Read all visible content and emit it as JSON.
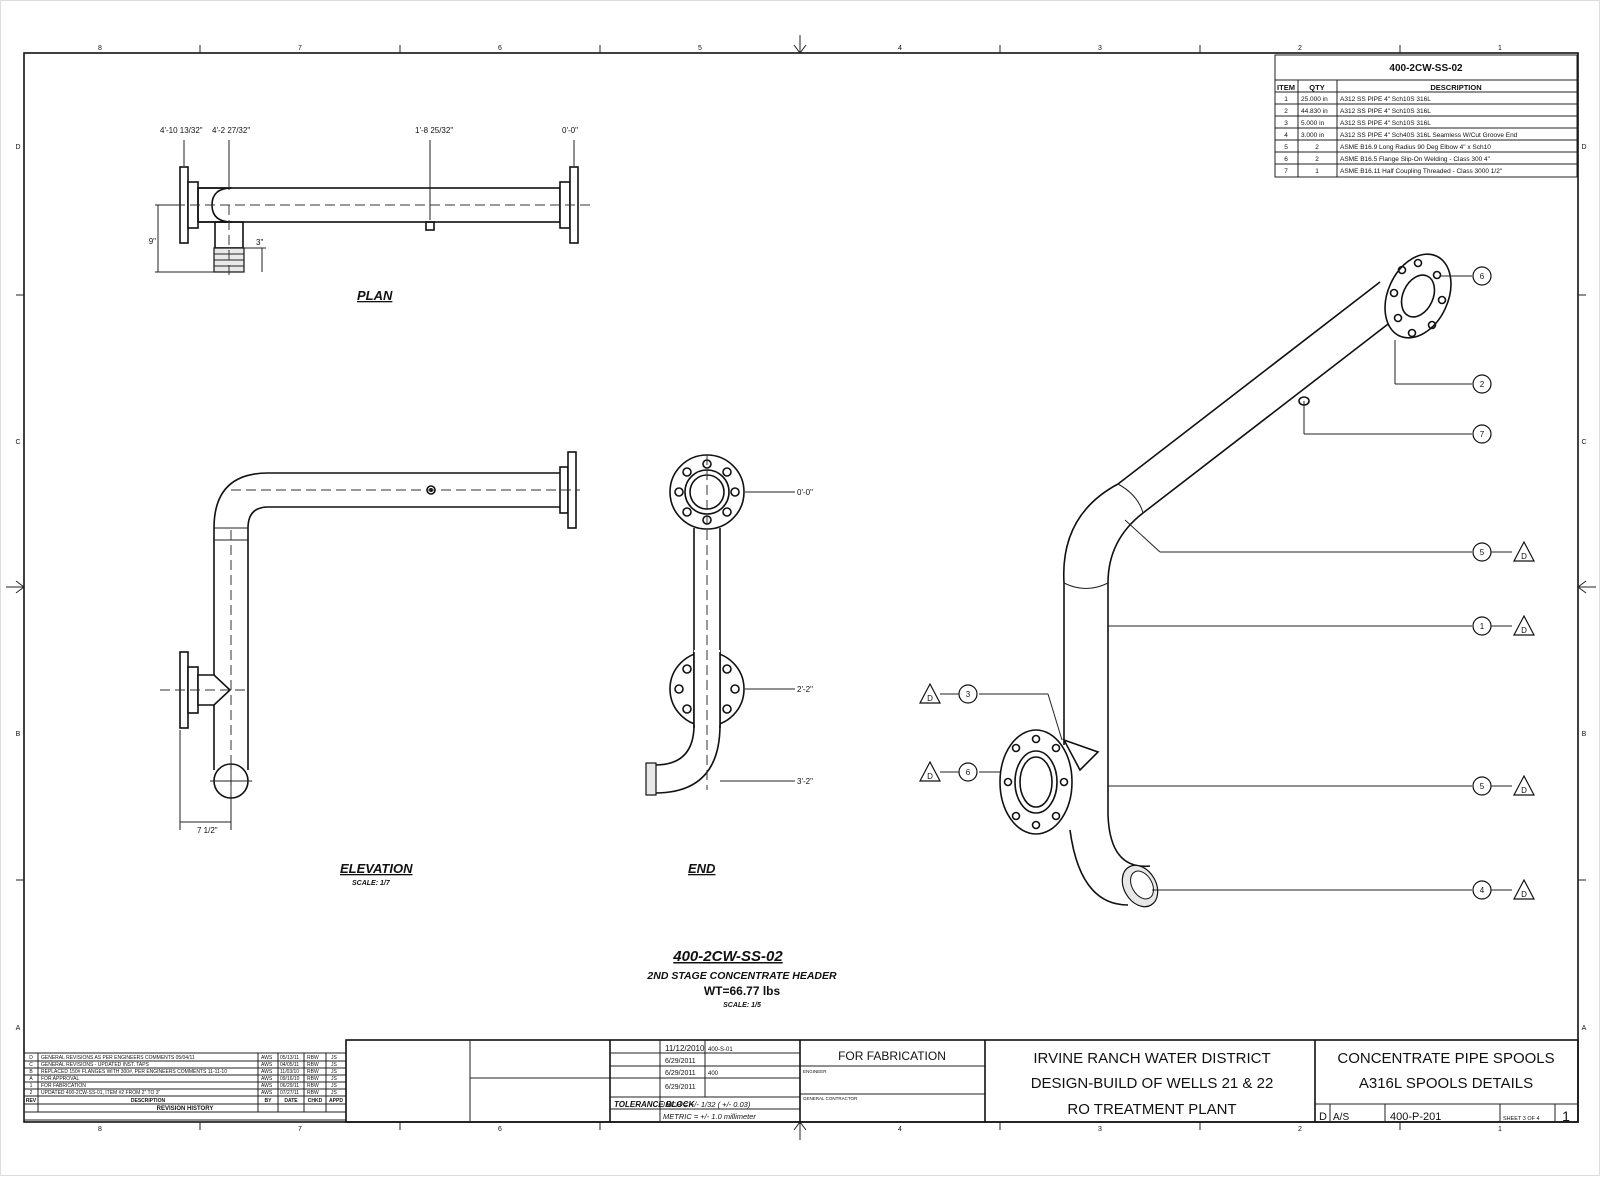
{
  "bom": {
    "title": "400-2CW-SS-02",
    "headers": [
      "ITEM",
      "QTY",
      "DESCRIPTION"
    ],
    "rows": [
      {
        "item": "1",
        "qty": "25.000 in",
        "desc": "A312 SS PIPE 4\" Sch10S 316L"
      },
      {
        "item": "2",
        "qty": "44.830 in",
        "desc": "A312 SS PIPE 4\" Sch10S 316L"
      },
      {
        "item": "3",
        "qty": "5.000 in",
        "desc": "A312 SS PIPE 4\" Sch10S 316L"
      },
      {
        "item": "4",
        "qty": "3.000 in",
        "desc": "A312 SS PIPE 4\" Sch40S 316L Seamless W/Cut Groove End"
      },
      {
        "item": "5",
        "qty": "2",
        "desc": "ASME B16.9 Long Radius 90 Deg Elbow 4\" x Sch10"
      },
      {
        "item": "6",
        "qty": "2",
        "desc": "ASME B16.5 Flange Slip-On Welding - Class 300 4\""
      },
      {
        "item": "7",
        "qty": "1",
        "desc": "ASME B16.11 Half Coupling Threaded - Class 3000 1/2\""
      }
    ]
  },
  "zones": {
    "columns": [
      "8",
      "7",
      "6",
      "5",
      "4",
      "3",
      "2",
      "1"
    ],
    "rows": [
      "D",
      "C",
      "B",
      "A"
    ]
  },
  "plan": {
    "label": "PLAN",
    "dims": [
      "4'-10 13/32\"",
      "4'-2 27/32\"",
      "1'-8 25/32\"",
      "0'-0\"",
      "9\"",
      "3\""
    ]
  },
  "elevation": {
    "label": "ELEVATION",
    "scale": "SCALE: 1/7",
    "dim": "7 1/2\""
  },
  "end": {
    "label": "END",
    "dims": [
      "0'-0\"",
      "2'-2\"",
      "3'-2\""
    ]
  },
  "iso": {
    "callouts": [
      "6",
      "2",
      "7",
      "5",
      "1",
      "3",
      "6",
      "5",
      "4"
    ],
    "triangle": "D"
  },
  "caption": {
    "title": "400-2CW-SS-02",
    "subtitle": "2ND STAGE CONCENTRATE HEADER",
    "weight": "WT=66.77 lbs",
    "scale": "SCALE: 1/5"
  },
  "revisions": {
    "rows": [
      {
        "rev": "D",
        "desc": "GENERAL REVISIONS AS PER ENGINEERS COMMENTS 05/04/11",
        "by": "AWS",
        "date": "05/13/11",
        "chkd": "RBW",
        "appd": "JS"
      },
      {
        "rev": "C",
        "desc": "GENERAL REVISIONS - UPDATED INST. TAPS",
        "by": "AWS",
        "date": "04/05/11",
        "chkd": "RBW",
        "appd": "JS"
      },
      {
        "rev": "B",
        "desc": "REPLACED 150# FLANGES WITH 300#, PER ENGINEERS COMMENTS 11-11-10",
        "by": "AWS",
        "date": "11/03/10",
        "chkd": "RBW",
        "appd": "JS"
      },
      {
        "rev": "A",
        "desc": "FOR APPROVAL",
        "by": "AWS",
        "date": "09/16/10",
        "chkd": "RBW",
        "appd": "JS"
      },
      {
        "rev": "1",
        "desc": "FOR FABRICATION",
        "by": "AWS",
        "date": "06/29/11",
        "chkd": "RBW",
        "appd": "JS"
      },
      {
        "rev": "2",
        "desc": "UPDATED 400-2CW-SS-01, ITEM #2 FROM 2\" TO 3\"",
        "by": "AWS",
        "date": "07/27/11",
        "chkd": "RBW",
        "appd": "JS"
      }
    ],
    "headers": {
      "rev": "REV",
      "desc": "DESCRIPTION",
      "by": "BY",
      "date": "DATE",
      "chkd": "CHKD",
      "appd": "APPD"
    },
    "footer": "REVISION HISTORY"
  },
  "titleblock": {
    "dates": [
      "11/12/2010",
      "6/29/2011",
      "6/29/2011",
      "6/29/2011"
    ],
    "job_no": "400-S-01",
    "subject_no": "400",
    "tolerance_label": "TOLERANCE BLOCK",
    "tolerance_inch": "INCH = +/- 1/32 ( +/- 0.03)",
    "tolerance_metric": "METRIC = +/- 1.0 millimeter",
    "status": "FOR FABRICATION",
    "engineer_label": "ENGINEER",
    "contractor_label": "GENERAL CONTRACTOR",
    "project": [
      "IRVINE RANCH WATER DISTRICT",
      "DESIGN-BUILD OF WELLS 21 & 22",
      "RO TREATMENT PLANT"
    ],
    "title": [
      "CONCENTRATE PIPE SPOOLS",
      "A316L SPOOLS DETAILS"
    ],
    "size": "D",
    "scale": "A/S",
    "dwg_no": "400-P-201",
    "sheet": "SHEET 3 OF 4",
    "rev": "1"
  }
}
